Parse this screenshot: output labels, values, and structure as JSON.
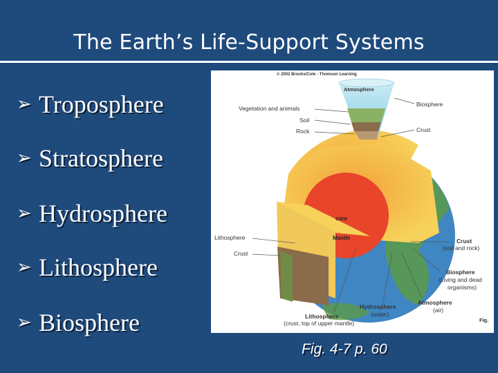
{
  "slide": {
    "title": "The Earth’s Life-Support Systems",
    "bullets": [
      {
        "arrow": "➢",
        "text": "Troposphere"
      },
      {
        "arrow": "➢",
        "text": "Stratosphere"
      },
      {
        "arrow": "➢",
        "text": "Hydrosphere"
      },
      {
        "arrow": "➢",
        "text": "Lithosphere"
      },
      {
        "arrow": "➢",
        "text": "Biosphere"
      }
    ],
    "caption": "Fig. 4-7 p. 60"
  },
  "figure": {
    "copyright": "© 2002 Brooks/Cole - Thomson Learning",
    "labels": {
      "atmosphere_top": "Atmosphere",
      "biosphere_top": "Biosphere",
      "vegetation": "Vegetation and animals",
      "soil": "Soil",
      "rock": "Rock",
      "crust_top": "Crust",
      "core": "core",
      "mantle": "Mantle",
      "lithosphere_left": "Lithosphere",
      "crust_left": "Crust",
      "crust_right": "Crust",
      "crust_right_sub": "(soil and rock)",
      "biosphere_right": "Biosphere",
      "biosphere_right_sub1": "(Living and dead",
      "biosphere_right_sub2": "organisms)",
      "atmosphere_bottom": "Atmosphere",
      "atmosphere_bottom_sub": "(air)",
      "hydrosphere": "Hydrosphere",
      "hydrosphere_sub": "(water)",
      "lithosphere_bottom": "Lithosphere",
      "lithosphere_bottom_sub": "(crust, top of upper mantle)",
      "fig_tag": "Fig."
    },
    "colors": {
      "core": "#e8452a",
      "mantle": "#f6d25a",
      "mantle_inner": "#f3a33a",
      "ocean": "#3f86c2",
      "land": "#5c9a46",
      "sky": "#a9dced",
      "rock": "#8a6b4a"
    }
  }
}
